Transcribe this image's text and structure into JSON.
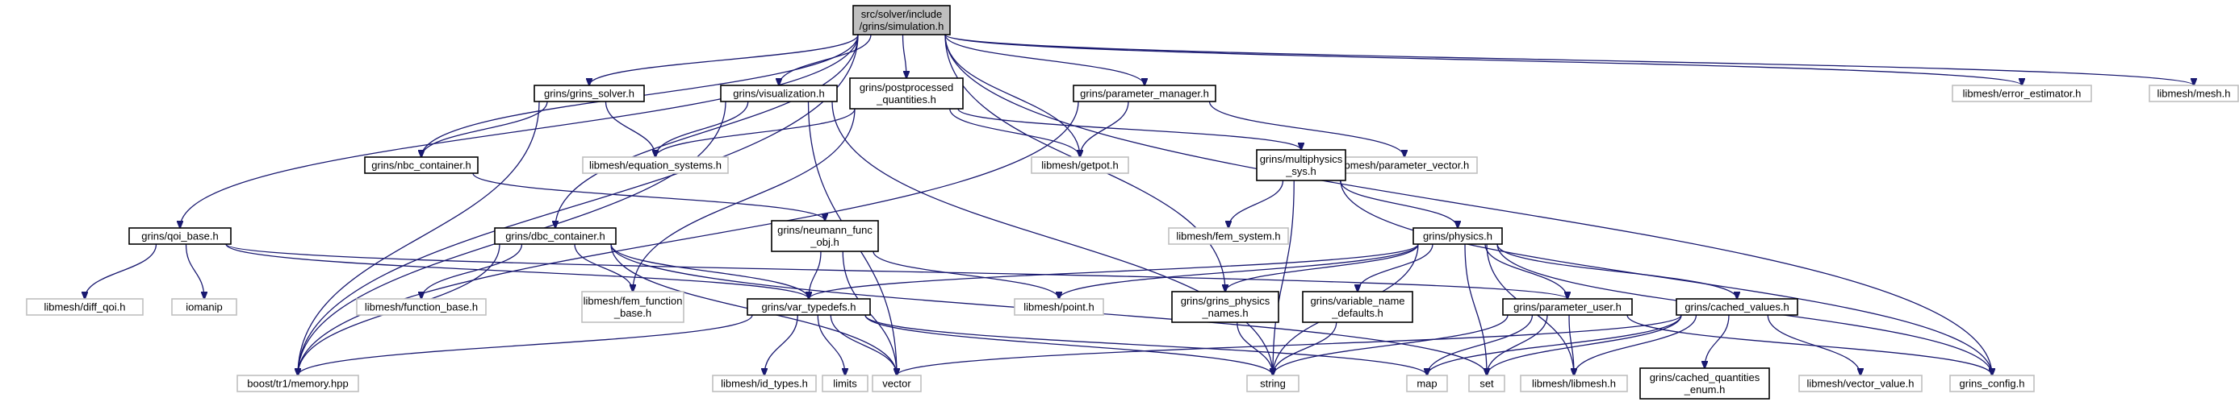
{
  "colors": {
    "edge": "#191970",
    "documented_border": "#000000",
    "external_border": "#bfbfbf",
    "root_fill": "#bfbfbf",
    "background": "#ffffff"
  },
  "nodes": [
    {
      "id": "root",
      "kind": "root",
      "lines": [
        "src/solver/include",
        "/grins/simulation.h"
      ]
    },
    {
      "id": "grins_solver",
      "kind": "documented",
      "lines": [
        "grins/grins_solver.h"
      ]
    },
    {
      "id": "visualization",
      "kind": "documented",
      "lines": [
        "grins/visualization.h"
      ]
    },
    {
      "id": "postprocessed",
      "kind": "documented",
      "lines": [
        "grins/postprocessed",
        "_quantities.h"
      ]
    },
    {
      "id": "parameter_manager",
      "kind": "documented",
      "lines": [
        "grins/parameter_manager.h"
      ]
    },
    {
      "id": "error_estimator",
      "kind": "external",
      "lines": [
        "libmesh/error_estimator.h"
      ]
    },
    {
      "id": "mesh",
      "kind": "external",
      "lines": [
        "libmesh/mesh.h"
      ]
    },
    {
      "id": "nbc_container",
      "kind": "documented",
      "lines": [
        "grins/nbc_container.h"
      ]
    },
    {
      "id": "equation_systems",
      "kind": "external",
      "lines": [
        "libmesh/equation_systems.h"
      ]
    },
    {
      "id": "getpot",
      "kind": "external",
      "lines": [
        "libmesh/getpot.h"
      ]
    },
    {
      "id": "parameter_vector",
      "kind": "external",
      "lines": [
        "libmesh/parameter_vector.h"
      ]
    },
    {
      "id": "multiphysics_sys",
      "kind": "documented",
      "lines": [
        "grins/multiphysics",
        "_sys.h"
      ]
    },
    {
      "id": "fem_system",
      "kind": "external",
      "lines": [
        "libmesh/fem_system.h"
      ]
    },
    {
      "id": "qoi_base",
      "kind": "documented",
      "lines": [
        "grins/qoi_base.h"
      ]
    },
    {
      "id": "dbc_container",
      "kind": "documented",
      "lines": [
        "grins/dbc_container.h"
      ]
    },
    {
      "id": "neumann_func_obj",
      "kind": "documented",
      "lines": [
        "grins/neumann_func",
        "_obj.h"
      ]
    },
    {
      "id": "physics",
      "kind": "documented",
      "lines": [
        "grins/physics.h"
      ]
    },
    {
      "id": "diff_qoi",
      "kind": "external",
      "lines": [
        "libmesh/diff_qoi.h"
      ]
    },
    {
      "id": "iomanip",
      "kind": "external",
      "lines": [
        "iomanip"
      ]
    },
    {
      "id": "function_base",
      "kind": "external",
      "lines": [
        "libmesh/function_base.h"
      ]
    },
    {
      "id": "fem_function_base",
      "kind": "external",
      "lines": [
        "libmesh/fem_function",
        "_base.h"
      ]
    },
    {
      "id": "var_typedefs",
      "kind": "documented",
      "lines": [
        "grins/var_typedefs.h"
      ]
    },
    {
      "id": "point",
      "kind": "external",
      "lines": [
        "libmesh/point.h"
      ]
    },
    {
      "id": "grins_physics_names",
      "kind": "documented",
      "lines": [
        "grins/grins_physics",
        "_names.h"
      ]
    },
    {
      "id": "variable_name_defaults",
      "kind": "documented",
      "lines": [
        "grins/variable_name",
        "_defaults.h"
      ]
    },
    {
      "id": "parameter_user",
      "kind": "documented",
      "lines": [
        "grins/parameter_user.h"
      ]
    },
    {
      "id": "cached_values",
      "kind": "documented",
      "lines": [
        "grins/cached_values.h"
      ]
    },
    {
      "id": "memory",
      "kind": "external",
      "lines": [
        "boost/tr1/memory.hpp"
      ]
    },
    {
      "id": "id_types",
      "kind": "external",
      "lines": [
        "libmesh/id_types.h"
      ]
    },
    {
      "id": "limits",
      "kind": "external",
      "lines": [
        "limits"
      ]
    },
    {
      "id": "vector",
      "kind": "external",
      "lines": [
        "vector"
      ]
    },
    {
      "id": "string",
      "kind": "external",
      "lines": [
        "string"
      ]
    },
    {
      "id": "map",
      "kind": "external",
      "lines": [
        "map"
      ]
    },
    {
      "id": "set",
      "kind": "external",
      "lines": [
        "set"
      ]
    },
    {
      "id": "libmesh",
      "kind": "external",
      "lines": [
        "libmesh/libmesh.h"
      ]
    },
    {
      "id": "cached_quantities_enum",
      "kind": "documented",
      "lines": [
        "grins/cached_quantities",
        "_enum.h"
      ]
    },
    {
      "id": "vector_value",
      "kind": "external",
      "lines": [
        "libmesh/vector_value.h"
      ]
    },
    {
      "id": "grins_config",
      "kind": "external",
      "lines": [
        "grins_config.h"
      ]
    }
  ],
  "edges": [
    [
      "root",
      "grins_solver"
    ],
    [
      "root",
      "visualization"
    ],
    [
      "root",
      "postprocessed"
    ],
    [
      "root",
      "parameter_manager"
    ],
    [
      "root",
      "error_estimator"
    ],
    [
      "root",
      "mesh"
    ],
    [
      "root",
      "nbc_container"
    ],
    [
      "root",
      "getpot"
    ],
    [
      "root",
      "qoi_base"
    ],
    [
      "root",
      "dbc_container"
    ],
    [
      "root",
      "grins_physics_names"
    ],
    [
      "root",
      "memory"
    ],
    [
      "root",
      "grins_config"
    ],
    [
      "grins_solver",
      "nbc_container"
    ],
    [
      "grins_solver",
      "equation_systems"
    ],
    [
      "grins_solver",
      "memory"
    ],
    [
      "visualization",
      "equation_systems"
    ],
    [
      "visualization",
      "memory"
    ],
    [
      "visualization",
      "vector"
    ],
    [
      "visualization",
      "string"
    ],
    [
      "postprocessed",
      "equation_systems"
    ],
    [
      "postprocessed",
      "getpot"
    ],
    [
      "postprocessed",
      "multiphysics_sys"
    ],
    [
      "postprocessed",
      "fem_function_base"
    ],
    [
      "parameter_manager",
      "getpot"
    ],
    [
      "parameter_manager",
      "parameter_vector"
    ],
    [
      "parameter_manager",
      "memory"
    ],
    [
      "nbc_container",
      "neumann_func_obj"
    ],
    [
      "multiphysics_sys",
      "fem_system"
    ],
    [
      "multiphysics_sys",
      "physics"
    ],
    [
      "multiphysics_sys",
      "string"
    ],
    [
      "multiphysics_sys",
      "grins_config"
    ],
    [
      "qoi_base",
      "diff_qoi"
    ],
    [
      "qoi_base",
      "iomanip"
    ],
    [
      "qoi_base",
      "var_typedefs"
    ],
    [
      "qoi_base",
      "parameter_user"
    ],
    [
      "dbc_container",
      "function_base"
    ],
    [
      "dbc_container",
      "fem_function_base"
    ],
    [
      "dbc_container",
      "var_typedefs"
    ],
    [
      "dbc_container",
      "memory"
    ],
    [
      "dbc_container",
      "vector"
    ],
    [
      "dbc_container",
      "set"
    ],
    [
      "neumann_func_obj",
      "var_typedefs"
    ],
    [
      "neumann_func_obj",
      "point"
    ],
    [
      "neumann_func_obj",
      "vector"
    ],
    [
      "physics",
      "var_typedefs"
    ],
    [
      "physics",
      "point"
    ],
    [
      "physics",
      "grins_physics_names"
    ],
    [
      "physics",
      "variable_name_defaults"
    ],
    [
      "physics",
      "parameter_user"
    ],
    [
      "physics",
      "cached_values"
    ],
    [
      "physics",
      "string"
    ],
    [
      "physics",
      "set"
    ],
    [
      "physics",
      "libmesh"
    ],
    [
      "physics",
      "grins_config"
    ],
    [
      "var_typedefs",
      "memory"
    ],
    [
      "var_typedefs",
      "id_types"
    ],
    [
      "var_typedefs",
      "limits"
    ],
    [
      "var_typedefs",
      "vector"
    ],
    [
      "var_typedefs",
      "string"
    ],
    [
      "var_typedefs",
      "map"
    ],
    [
      "grins_physics_names",
      "string"
    ],
    [
      "variable_name_defaults",
      "string"
    ],
    [
      "parameter_user",
      "string"
    ],
    [
      "parameter_user",
      "map"
    ],
    [
      "parameter_user",
      "set"
    ],
    [
      "parameter_user",
      "libmesh"
    ],
    [
      "parameter_user",
      "grins_config"
    ],
    [
      "cached_values",
      "vector"
    ],
    [
      "cached_values",
      "map"
    ],
    [
      "cached_values",
      "set"
    ],
    [
      "cached_values",
      "libmesh"
    ],
    [
      "cached_values",
      "cached_quantities_enum"
    ],
    [
      "cached_values",
      "vector_value"
    ]
  ]
}
